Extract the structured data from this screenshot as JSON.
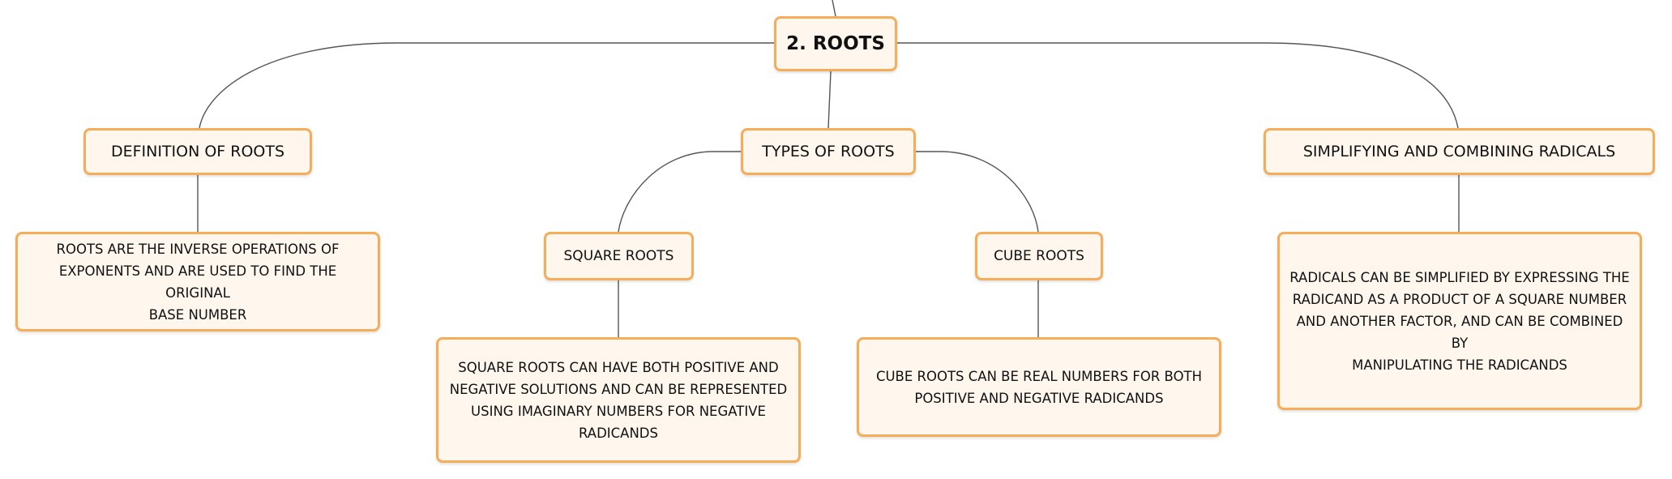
{
  "mindmap": {
    "root": {
      "label": "2. ROOTS"
    },
    "definition": {
      "label": "DEFINITION OF ROOTS",
      "detail": "ROOTS ARE THE INVERSE OPERATIONS OF\nEXPONENTS AND ARE USED TO FIND THE ORIGINAL\nBASE NUMBER"
    },
    "types": {
      "label": "TYPES OF ROOTS",
      "square": {
        "label": "SQUARE ROOTS",
        "detail": "SQUARE ROOTS CAN HAVE BOTH POSITIVE AND\nNEGATIVE SOLUTIONS AND CAN BE REPRESENTED\nUSING IMAGINARY NUMBERS FOR NEGATIVE\nRADICANDS"
      },
      "cube": {
        "label": "CUBE ROOTS",
        "detail": "CUBE ROOTS CAN BE REAL NUMBERS FOR BOTH\nPOSITIVE AND NEGATIVE RADICANDS"
      }
    },
    "simplifying": {
      "label": "SIMPLIFYING AND COMBINING RADICALS",
      "detail": "RADICALS CAN BE SIMPLIFIED BY EXPRESSING THE\nRADICAND AS A PRODUCT OF A SQUARE NUMBER\nAND ANOTHER FACTOR, AND CAN BE COMBINED BY\nMANIPULATING THE RADICANDS"
    },
    "colors": {
      "node_border": "#f5ad5a",
      "node_fill": "#fff6ee",
      "connector": "#555555"
    }
  }
}
